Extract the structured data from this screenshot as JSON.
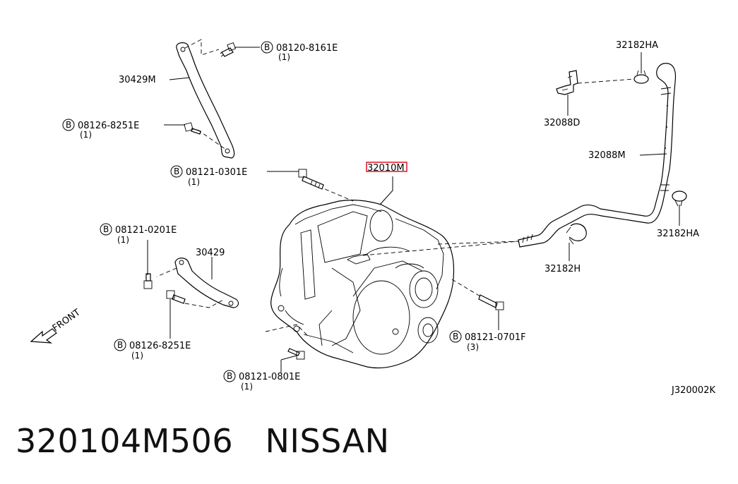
{
  "parts": {
    "bolt_08120_8161E": {
      "number": "08120-8161E",
      "qty": "(1)",
      "prefix": "B"
    },
    "bracket_30429M": {
      "number": "30429M"
    },
    "bolt_08126_8251E_top": {
      "number": "08126-8251E",
      "qty": "(1)",
      "prefix": "B"
    },
    "bolt_08121_0301E": {
      "number": "08121-0301E",
      "qty": "(1)",
      "prefix": "B"
    },
    "transaxle_32010M": {
      "number": "32010M"
    },
    "bolt_08121_0201E": {
      "number": "08121-0201E",
      "qty": "(1)",
      "prefix": "B"
    },
    "bracket_30429": {
      "number": "30429"
    },
    "bolt_08126_8251E_bottom": {
      "number": "08126-8251E",
      "qty": "(1)",
      "prefix": "B"
    },
    "bolt_08121_0801E": {
      "number": "08121-0801E",
      "qty": "(1)",
      "prefix": "B"
    },
    "bolt_08121_0701F": {
      "number": "08121-0701F",
      "qty": "(3)",
      "prefix": "B"
    },
    "clamp_32182HA_top": {
      "number": "32182HA"
    },
    "bracket_32088D": {
      "number": "32088D"
    },
    "hose_32088M": {
      "number": "32088M"
    },
    "clamp_32182HA_right": {
      "number": "32182HA"
    },
    "clamp_32182H": {
      "number": "32182H"
    }
  },
  "front_label": "FRONT",
  "diagram_code": "J320002K",
  "caption": {
    "part_number": "320104M506",
    "brand": "NISSAN"
  },
  "colors": {
    "highlight": "#e0001b",
    "line": "#000000",
    "background": "#ffffff"
  }
}
